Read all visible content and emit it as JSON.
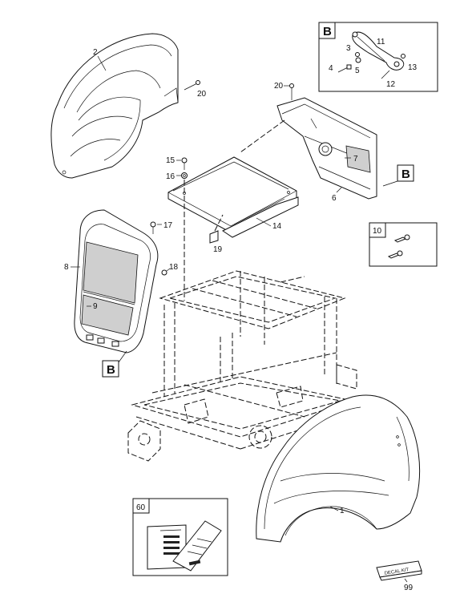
{
  "callouts": {
    "fender_rear_left": "2",
    "bolt_20_top": "20",
    "bolt_20_right": "20",
    "bracket_plate": "15",
    "washer": "16",
    "bracket_lower": "14",
    "clip_17": "17",
    "nut_18": "18",
    "clip_19": "19",
    "light_housing": "8",
    "lens": "9",
    "panel_rear": "6",
    "lamp_7": "7",
    "fender_front": "1",
    "screw_11": "11",
    "screw_3": "3",
    "bolt_4": "4",
    "washer_5": "5",
    "nut_12": "12",
    "nut_13": "13",
    "kit_10": "10",
    "kit_60": "60",
    "decal_99": "99"
  },
  "detail_boxes": {
    "detail_b_label": "B",
    "ref_b_right": "B",
    "ref_b_left": "B",
    "box_10_label": "10",
    "box_60_label": "60"
  },
  "decal_text": "DECAL KIT"
}
